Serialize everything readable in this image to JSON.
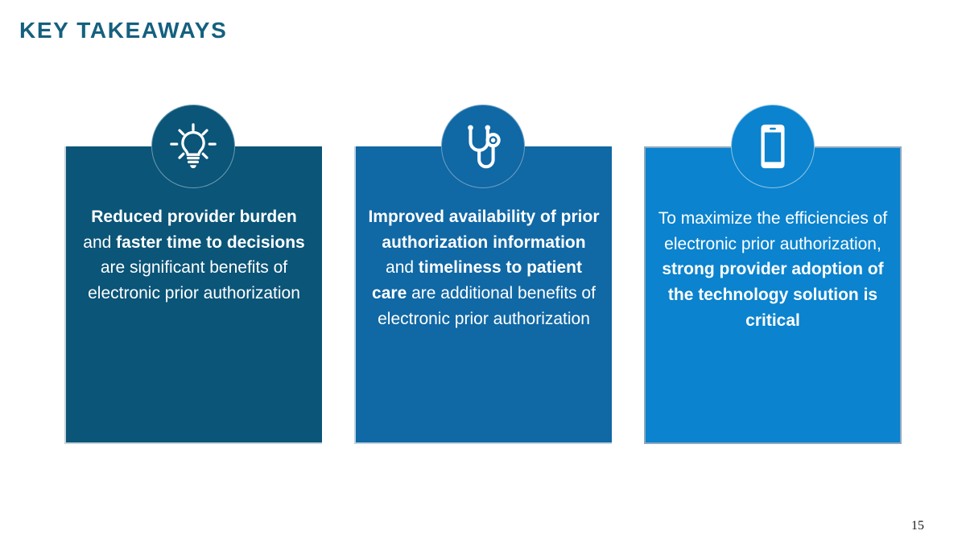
{
  "slide": {
    "title": "KEY TAKEAWAYS",
    "page_number": "15",
    "background_color": "#ffffff",
    "title_color": "#15607F"
  },
  "cards": [
    {
      "id": "reduced-provider-burden",
      "icon": "lightbulb-icon",
      "background_color": "#0A5578",
      "text_runs": [
        {
          "text": "Reduced provider burden",
          "bold": true
        },
        {
          "text": " and ",
          "bold": false
        },
        {
          "text": "faster time to decisions",
          "bold": true
        },
        {
          "text": " are significant benefits of electronic prior authorization",
          "bold": false
        }
      ],
      "plain_text": "Reduced provider burden and faster time to decisions are significant benefits of electronic prior authorization"
    },
    {
      "id": "improved-availability",
      "icon": "stethoscope-icon",
      "background_color": "#1068A5",
      "text_runs": [
        {
          "text": "Improved availability of prior authorization information",
          "bold": true
        },
        {
          "text": " and ",
          "bold": false
        },
        {
          "text": "timeliness to patient care",
          "bold": true
        },
        {
          "text": " are additional benefits of electronic prior authorization",
          "bold": false
        }
      ],
      "plain_text": "Improved availability of prior authorization information and timeliness to patient care are additional benefits of electronic prior authorization"
    },
    {
      "id": "provider-adoption",
      "icon": "mobile-phone-icon",
      "background_color": "#0B83CE",
      "text_runs": [
        {
          "text": "To maximize the efficiencies of electronic prior authorization, ",
          "bold": false
        },
        {
          "text": "strong provider adoption of the technology solution is critical",
          "bold": true
        }
      ],
      "plain_text": "To maximize the efficiencies of electronic prior authorization, strong provider adoption of the technology solution is critical"
    }
  ]
}
